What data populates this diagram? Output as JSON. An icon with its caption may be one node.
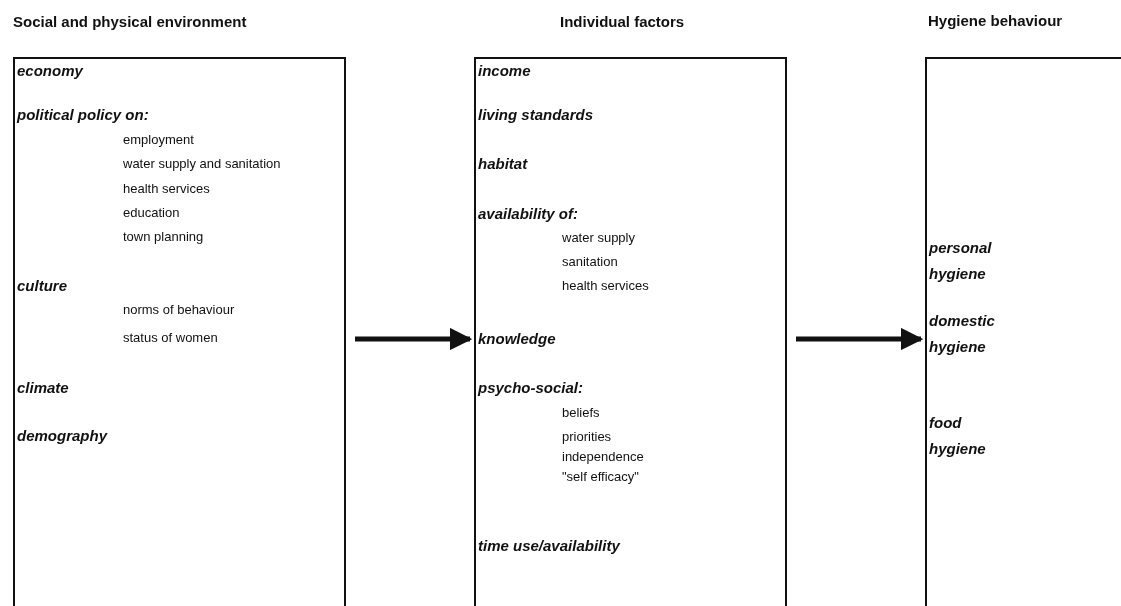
{
  "diagram": {
    "nodes": [
      {
        "text": [
          "Social and physical environment",
          "economy",
          "political policy on:",
          "employment",
          "water supply and sanitation",
          "health services",
          "education",
          "town planning",
          "culture",
          "norms of behaviour",
          "status of women",
          "climate",
          "demography"
        ]
      },
      {
        "text": [
          "Individual factors",
          "income",
          "living standards",
          "habitat",
          "availability of:",
          "water supply",
          "sanitation",
          "health services",
          "knowledge",
          "psycho-social:",
          "beliefs",
          "priorities",
          "independence",
          "\"self efficacy\"",
          "time use/availability"
        ]
      },
      {
        "text": [
          "Hygiene behaviour",
          "personal hygiene",
          "domestic hygiene",
          "food hygiene"
        ]
      }
    ],
    "edges": [
      {
        "from": 0,
        "to": 1,
        "arrow": "to"
      },
      {
        "from": 1,
        "to": 2,
        "arrow": "to"
      }
    ]
  }
}
